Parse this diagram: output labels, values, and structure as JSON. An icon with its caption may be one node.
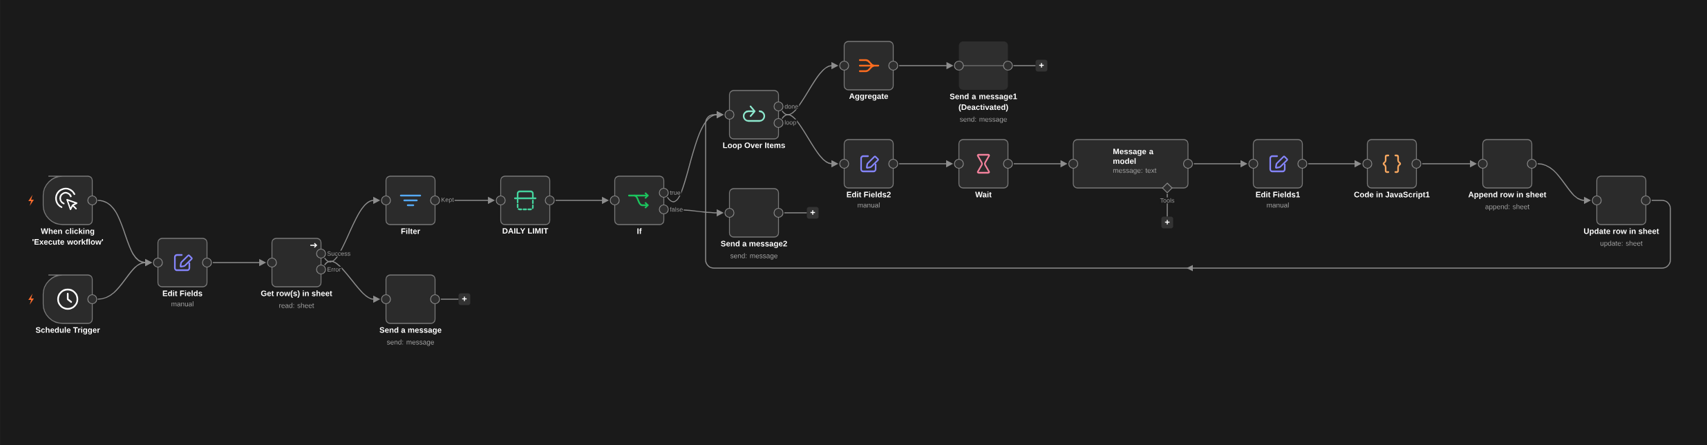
{
  "diagram": {
    "nodes": [
      {
        "text": [
          "When clicking 'Execute workflow'"
        ]
      },
      {
        "text": [
          "Schedule Trigger"
        ]
      },
      {
        "text": [
          "Edit Fields",
          "manual"
        ]
      },
      {
        "text": [
          "Get row(s) in sheet",
          "read: sheet"
        ]
      },
      {
        "text": [
          "Filter"
        ]
      },
      {
        "text": [
          "Send a message",
          "send: message"
        ]
      },
      {
        "text": [
          "+"
        ]
      },
      {
        "text": [
          "DAILY LIMIT"
        ]
      },
      {
        "text": [
          "If"
        ]
      },
      {
        "text": [
          "Loop Over Items"
        ]
      },
      {
        "text": [
          "Send a message2",
          "send: message"
        ]
      },
      {
        "text": [
          "+"
        ]
      },
      {
        "text": [
          "Aggregate"
        ]
      },
      {
        "text": [
          "Send a message1 (Deactivated)",
          "send: message"
        ]
      },
      {
        "text": [
          "+"
        ]
      },
      {
        "text": [
          "Edit Fields2",
          "manual"
        ]
      },
      {
        "text": [
          "Wait"
        ]
      },
      {
        "text": [
          "Message a model",
          "message: text"
        ]
      },
      {
        "text": [
          "+"
        ]
      },
      {
        "text": [
          "Edit Fields1",
          "manual"
        ]
      },
      {
        "text": [
          "Code in JavaScript1"
        ]
      },
      {
        "text": [
          "Append row in sheet",
          "append: sheet"
        ]
      },
      {
        "text": [
          "Update row in sheet",
          "update: sheet"
        ]
      }
    ],
    "edges": [
      {
        "from": 0,
        "to": 2,
        "arrow": "to"
      },
      {
        "from": 1,
        "to": 2,
        "arrow": "to"
      },
      {
        "from": 2,
        "to": 3,
        "arrow": "to"
      },
      {
        "from": 3,
        "to": 4,
        "arrow": "to",
        "label": "Success"
      },
      {
        "from": 3,
        "to": 5,
        "arrow": "to",
        "label": "Error"
      },
      {
        "from": 5,
        "to": 6,
        "arrow": "none"
      },
      {
        "from": 4,
        "to": 7,
        "arrow": "to",
        "label": "Kept"
      },
      {
        "from": 7,
        "to": 8,
        "arrow": "to"
      },
      {
        "from": 8,
        "to": 9,
        "arrow": "to",
        "label": "true"
      },
      {
        "from": 8,
        "to": 10,
        "arrow": "to",
        "label": "false"
      },
      {
        "from": 10,
        "to": 11,
        "arrow": "none"
      },
      {
        "from": 9,
        "to": 12,
        "arrow": "to",
        "label": "done"
      },
      {
        "from": 9,
        "to": 15,
        "arrow": "to",
        "label": "loop"
      },
      {
        "from": 12,
        "to": 13,
        "arrow": "to"
      },
      {
        "from": 13,
        "to": 14,
        "arrow": "none"
      },
      {
        "from": 15,
        "to": 16,
        "arrow": "to"
      },
      {
        "from": 16,
        "to": 17,
        "arrow": "to"
      },
      {
        "from": 17,
        "to": 18,
        "arrow": "none",
        "label": "Tools"
      },
      {
        "from": 17,
        "to": 19,
        "arrow": "to"
      },
      {
        "from": 19,
        "to": 20,
        "arrow": "to"
      },
      {
        "from": 20,
        "to": 21,
        "arrow": "to"
      },
      {
        "from": 21,
        "to": 22,
        "arrow": "to"
      },
      {
        "from": 22,
        "to": 9,
        "arrow": "to"
      }
    ]
  }
}
